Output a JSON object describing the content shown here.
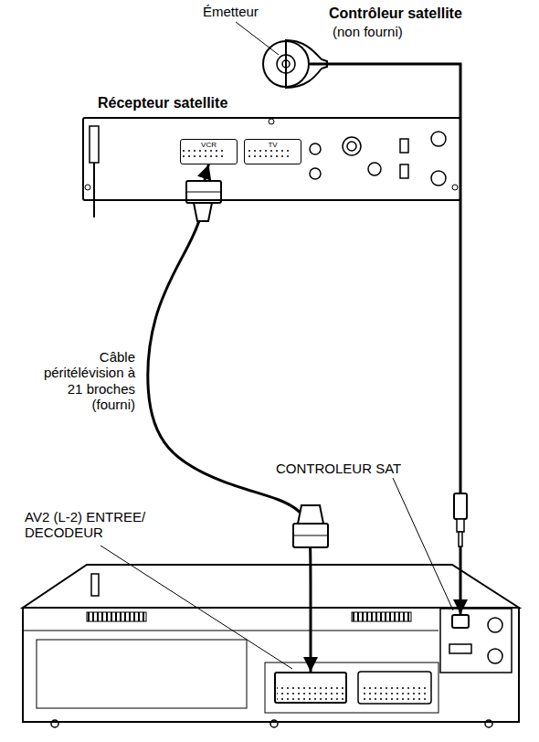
{
  "diagram": {
    "nodes": [
      {
        "text": [
          "Contrôleur satellite",
          "(non fourni)"
        ]
      },
      {
        "text": [
          "Récepteur satellite"
        ]
      },
      {
        "text": [
          "VCR"
        ],
        "in": 1
      },
      {
        "text": [
          "TV"
        ],
        "in": 1
      },
      {
        "text": [
          "AV2 (L-2) ENTREE/ DECODEUR"
        ]
      },
      {
        "text": [
          "CONTROLEUR SAT"
        ]
      }
    ],
    "edges": [
      {
        "from": 2,
        "to": 4,
        "arrow": "both",
        "label": "Câble péritélévision à 21 broches (fourni)"
      },
      {
        "from": 0,
        "to": 5,
        "arrow": "to"
      }
    ],
    "labels": [
      "Émetteur"
    ]
  }
}
